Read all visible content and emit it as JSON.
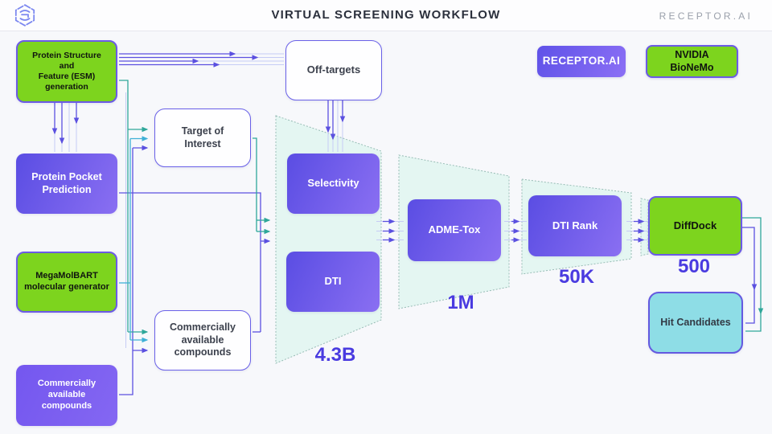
{
  "header": {
    "title": "VIRTUAL SCREENING WORKFLOW",
    "brand": "RECEPTOR.AI"
  },
  "partners": {
    "receptor_badge": "RECEPTOR.AI",
    "nvidia_badge": "NVIDIA\nBioNeMo"
  },
  "nodes": {
    "protein_structure": "Protein Structure\nand\nFeature (ESM)\ngeneration",
    "protein_pocket": "Protein Pocket\nPrediction",
    "megamolbart": "MegaMolBART\nmolecular generator",
    "compounds_source": "Commercially\navailable\ncompounds",
    "target_of_interest": "Target of\nInterest",
    "off_targets": "Off-targets",
    "compounds_pool": "Commercially\navailable\ncompounds",
    "selectivity": "Selectivity",
    "dti": "DTI",
    "adme_tox": "ADME-Tox",
    "dti_rank": "DTI Rank",
    "diffdock": "DiffDock",
    "hit_candidates": "Hit Candidates"
  },
  "funnel_counts": {
    "stage1": "4.3B",
    "stage2": "1M",
    "stage3": "50K",
    "stage4": "500"
  },
  "colors": {
    "accent_purple": "#6b5ae6",
    "brand_green": "#7dd41e",
    "line_teal": "#2fa79a",
    "funnel_mint": "#e3f6f1",
    "count_blue": "#4a3be0"
  },
  "icons": {
    "logo": "receptor-hexagon-maze-logo"
  }
}
